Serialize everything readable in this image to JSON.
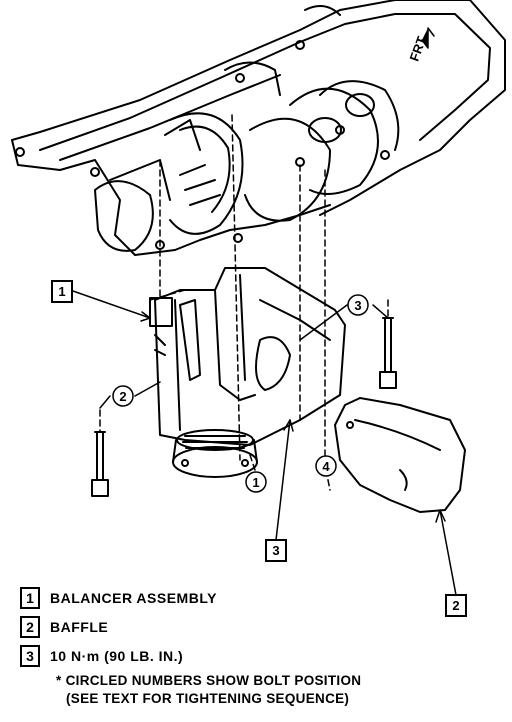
{
  "orientation_mark": "FRT",
  "callouts": {
    "box_1": "1",
    "box_2": "2",
    "box_3": "3",
    "circle_1": "1",
    "circle_2": "2",
    "circle_3": "3",
    "circle_4": "4"
  },
  "legend": [
    {
      "num": "1",
      "label": "BALANCER ASSEMBLY"
    },
    {
      "num": "2",
      "label": "BAFFLE"
    },
    {
      "num": "3",
      "label": "10 N·m (90 LB. IN.)"
    }
  ],
  "notes": {
    "line1": "* CIRCLED NUMBERS SHOW BOLT POSITION",
    "line2": "(SEE TEXT FOR TIGHTENING SEQUENCE)"
  }
}
